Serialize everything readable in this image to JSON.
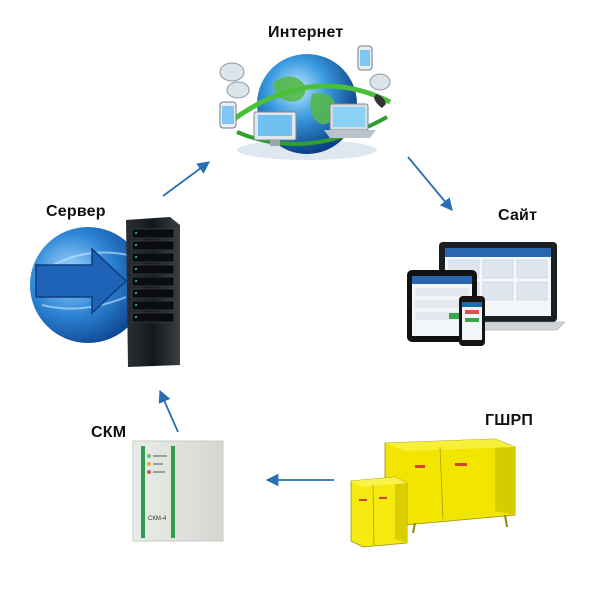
{
  "nodes": {
    "internet": {
      "label": "Интернет"
    },
    "server": {
      "label": "Сервер"
    },
    "site": {
      "label": "Сайт"
    },
    "skm": {
      "label": "СКМ",
      "device_text": "СКМ-4"
    },
    "gshrp": {
      "label": "ГШРП"
    }
  },
  "edges": [
    {
      "from": "server",
      "to": "internet"
    },
    {
      "from": "internet",
      "to": "site"
    },
    {
      "from": "gshrp",
      "to": "skm"
    },
    {
      "from": "skm",
      "to": "server"
    }
  ],
  "colors": {
    "arrow": "#2a6fb5",
    "label": "#111111"
  }
}
